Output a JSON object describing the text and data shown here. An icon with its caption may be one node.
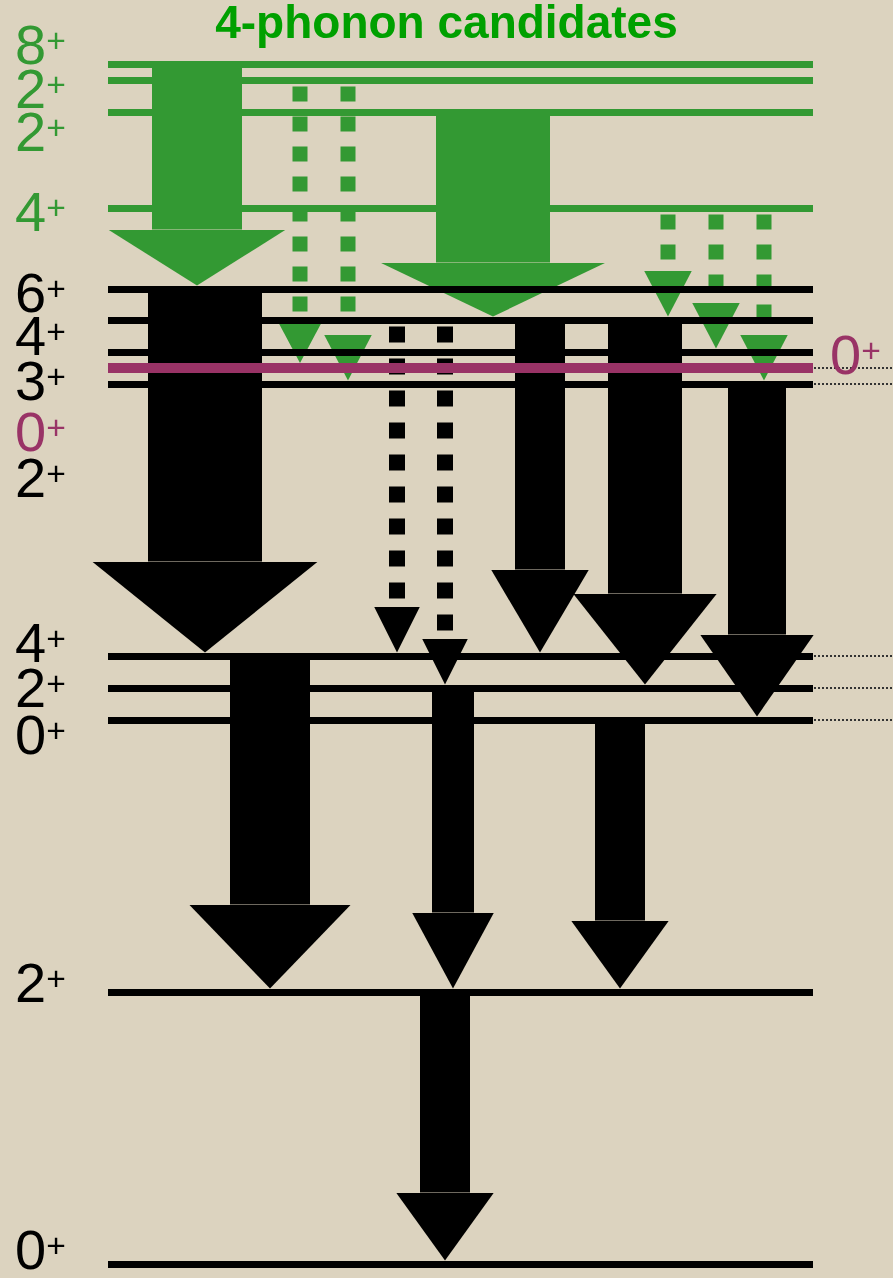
{
  "diagram": {
    "title": "4-phonon candidates",
    "nodes": [
      {
        "text": [],
        "shape": "bar",
        "beside": [
          "8$^{+}$"
        ]
      },
      {
        "text": [],
        "shape": "bar",
        "beside": [
          "2$^{+}$"
        ]
      },
      {
        "text": [],
        "shape": "bar",
        "beside": [
          "2$^{+}$"
        ]
      },
      {
        "text": [],
        "shape": "bar",
        "beside": [
          "4$^{+}$"
        ]
      },
      {
        "text": [],
        "shape": "bar",
        "beside": [
          "6$^{+}$"
        ]
      },
      {
        "text": [],
        "shape": "bar",
        "beside": [
          "4$^{+}$"
        ]
      },
      {
        "text": [],
        "shape": "bar",
        "beside": [
          "3$^{+}$"
        ]
      },
      {
        "text": [],
        "shape": "bar",
        "beside": [
          "0$^{+}$",
          "0$^{+}$"
        ]
      },
      {
        "text": [],
        "shape": "bar",
        "beside": [
          "2$^{+}$"
        ]
      },
      {
        "text": [],
        "shape": "bar",
        "beside": [
          "4$^{+}$"
        ]
      },
      {
        "text": [],
        "shape": "bar",
        "beside": [
          "2$^{+}$"
        ]
      },
      {
        "text": [],
        "shape": "bar",
        "beside": [
          "0$^{+}$"
        ]
      },
      {
        "text": [],
        "shape": "bar",
        "beside": [
          "2$^{+}$"
        ]
      },
      {
        "text": [],
        "shape": "bar",
        "beside": [
          "0$^{+}$"
        ]
      }
    ],
    "edges": [
      {
        "from": 0,
        "to": 4,
        "arrow": "to",
        "color": "#339933"
      },
      {
        "from": 1,
        "to": 7,
        "arrow": "to",
        "color": "#339933",
        "style": "dashed"
      },
      {
        "from": 1,
        "to": 8,
        "arrow": "to",
        "color": "#339933",
        "style": "dashed"
      },
      {
        "from": 2,
        "to": 5,
        "arrow": "to",
        "color": "#339933"
      },
      {
        "from": 3,
        "to": 5,
        "arrow": "to",
        "color": "#339933",
        "style": "dashed"
      },
      {
        "from": 3,
        "to": 6,
        "arrow": "to",
        "color": "#339933",
        "style": "dashed"
      },
      {
        "from": 3,
        "to": 8,
        "arrow": "to",
        "color": "#339933",
        "style": "dashed"
      },
      {
        "from": 4,
        "to": 9,
        "arrow": "to"
      },
      {
        "from": 5,
        "to": 9,
        "arrow": "to",
        "style": "dashed"
      },
      {
        "from": 5,
        "to": 10,
        "arrow": "to",
        "style": "dashed"
      },
      {
        "from": 5,
        "to": 9,
        "arrow": "to"
      },
      {
        "from": 5,
        "to": 10,
        "arrow": "to"
      },
      {
        "from": 8,
        "to": 11,
        "arrow": "to"
      },
      {
        "from": 9,
        "to": 12,
        "arrow": "to"
      },
      {
        "from": 10,
        "to": 12,
        "arrow": "to"
      },
      {
        "from": 11,
        "to": 12,
        "arrow": "to"
      },
      {
        "from": 12,
        "to": 13,
        "arrow": "to"
      }
    ]
  }
}
